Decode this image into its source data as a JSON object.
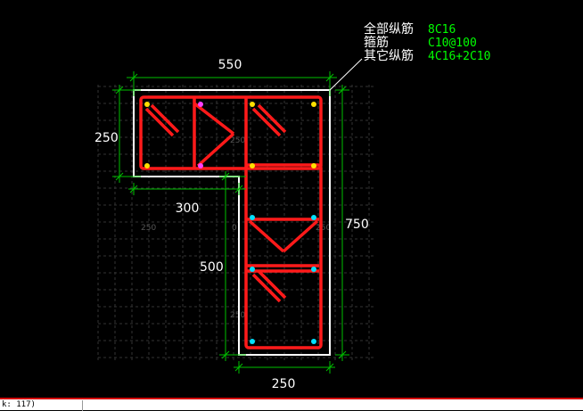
{
  "legend": {
    "rows": [
      {
        "label": "全部纵筋",
        "value": "8C16"
      },
      {
        "label": "箍筋",
        "value": "C10@100"
      },
      {
        "label": "其它纵筋",
        "value": "4C16+2C10"
      }
    ]
  },
  "dimensions": {
    "top_width": "550",
    "left_height": "250",
    "inner_width": "300",
    "right_height": "750",
    "lower_height": "500",
    "bottom_width": "250"
  },
  "grid_labels": {
    "g1": "250",
    "g2": "250",
    "g3": "250",
    "g4": "250",
    "g5": "0"
  },
  "status": {
    "text": "k: 117)"
  },
  "colors": {
    "background": "#000000",
    "outline": "#ffffff",
    "rebar": "#ff0000",
    "dimension": "#00c000",
    "grid": "#3a3a3a",
    "legend_value": "#00ff00",
    "legend_label": "#ffffff",
    "bar_yellow": "#ffe000",
    "bar_cyan": "#00e0ff"
  }
}
